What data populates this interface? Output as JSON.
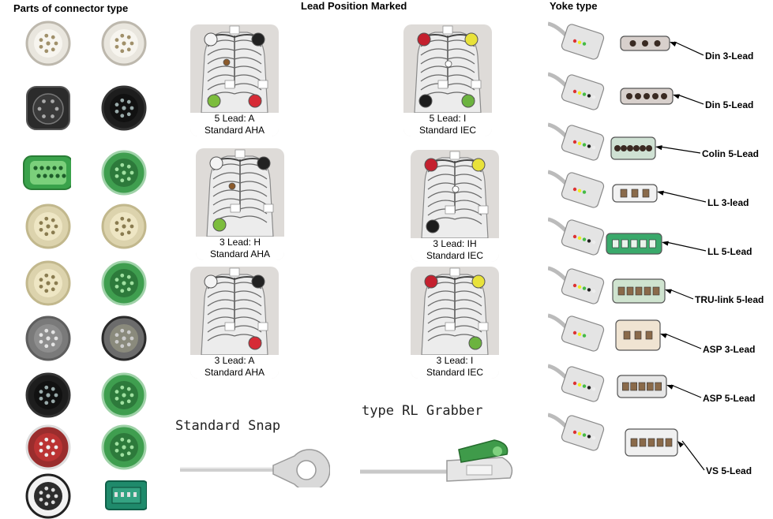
{
  "headings": {
    "connectors": "Parts of connector type",
    "lead_position": "Lead Position Marked",
    "yoke": "Yoke type"
  },
  "connectors": [
    {
      "left": "white-din",
      "right": "white-din"
    },
    {
      "left": "black-square",
      "right": "black-round"
    },
    {
      "left": "green-wide",
      "right": "green-round"
    },
    {
      "left": "beige-round",
      "right": "beige-round"
    },
    {
      "left": "beige-round",
      "right": "green-round"
    },
    {
      "left": "grey-6pin",
      "right": "grey-round"
    },
    {
      "left": "black-round",
      "right": "green-round"
    },
    {
      "left": "red-round",
      "right": "green-round"
    },
    {
      "left": "black-white-round",
      "right": "green-square"
    }
  ],
  "lead_diagrams": [
    {
      "line1": "5 Lead: A",
      "line2": "Standard AHA",
      "electrodes": [
        "RA",
        "LA",
        "RL",
        "LL"
      ],
      "extra": "V"
    },
    {
      "line1": "5 Lead: I",
      "line2": "Standard IEC",
      "electrodes": [
        "R",
        "L",
        "N",
        "F"
      ],
      "extra": "C"
    },
    {
      "line1": "3 Lead: H",
      "line2": "Standard AHA",
      "electrodes": [
        "RA",
        "LA",
        "RL"
      ],
      "extra": "V"
    },
    {
      "line1": "3 Lead: IH",
      "line2": "Standard IEC",
      "electrodes": [
        "R",
        "L",
        "N"
      ],
      "extra": "C"
    },
    {
      "line1": "3 Lead: A",
      "line2": "Standard AHA",
      "electrodes": [
        "RA",
        "LA",
        "LL"
      ]
    },
    {
      "line1": "3 Lead: I",
      "line2": "Standard IEC",
      "electrodes": [
        "R",
        "L",
        "F"
      ]
    }
  ],
  "electrode_colors": {
    "RA": "#f4f4f4",
    "LA": "#222222",
    "RL": "#7cbd3c",
    "LL": "#d62b36",
    "V": "#8b5a2b",
    "R": "#c4202e",
    "L": "#e8e23a",
    "N": "#1c1c1c",
    "F": "#6cb33f",
    "C": "#ffffff"
  },
  "snap": {
    "standard": "Standard Snap",
    "grabber": "type RL Grabber"
  },
  "yokes": [
    {
      "label": "Din 3-Lead"
    },
    {
      "label": "Din 5-Lead"
    },
    {
      "label": "Colin 5-Lead"
    },
    {
      "label": "LL 3-lead"
    },
    {
      "label": "LL 5-Lead"
    },
    {
      "label": "TRU-link 5-lead"
    },
    {
      "label": "ASP 3-Lead"
    },
    {
      "label": "ASP 5-Lead"
    },
    {
      "label": "VS 5-Lead"
    }
  ]
}
